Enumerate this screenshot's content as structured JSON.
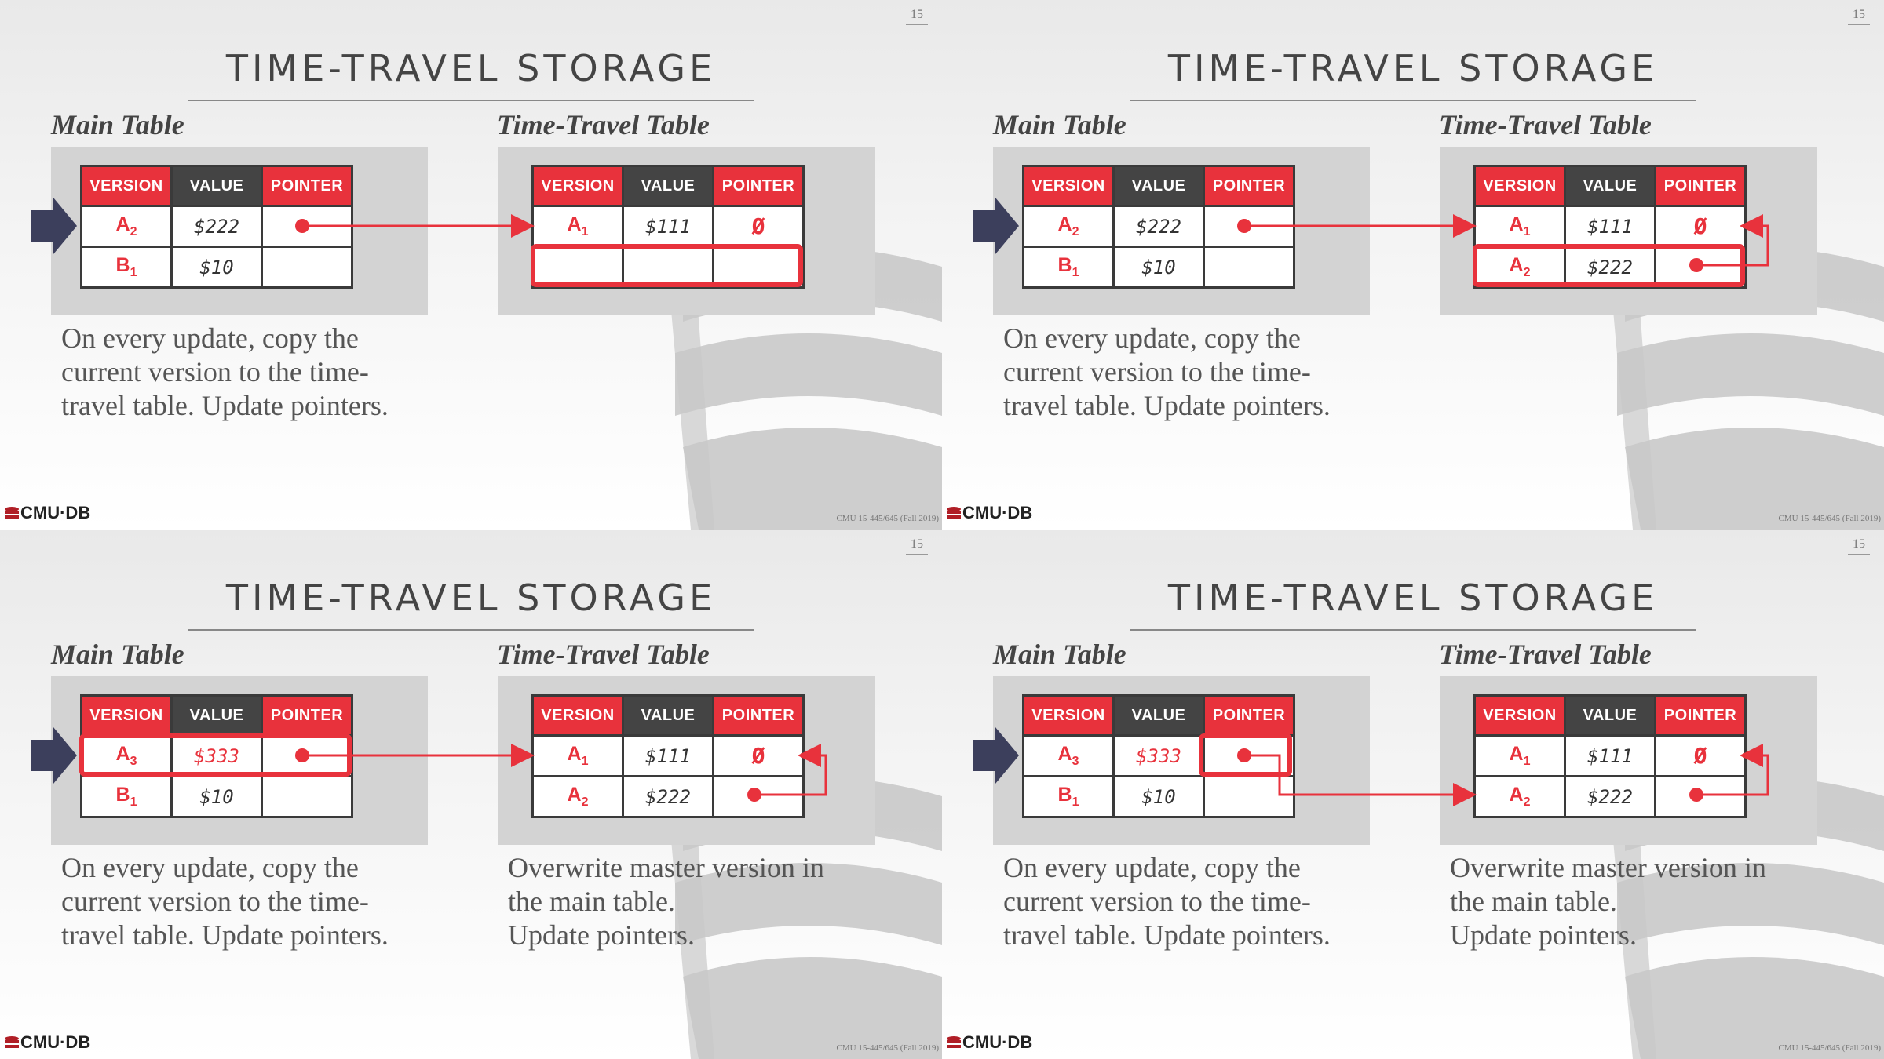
{
  "page_number": "15",
  "title": "TIME-TRAVEL STORAGE",
  "main_label": "Main Table",
  "tt_label": "Time-Travel Table",
  "headers": {
    "version": "VERSION",
    "value": "VALUE",
    "pointer": "POINTER"
  },
  "caption_main": [
    "On every update, copy the",
    "current version to the time-",
    "travel table. Update pointers."
  ],
  "caption_tt": [
    "Overwrite master version in",
    "the main table.",
    "Update pointers."
  ],
  "logo": "CMU·DB",
  "footer": "CMU 15-445/645 (Fall 2019)",
  "null_symbol": "Ø",
  "colors": {
    "accent": "#e8323c",
    "dark_header": "#444444",
    "panel": "#d3d3d3",
    "arrow": "#3c3f5c"
  },
  "slides": [
    {
      "main_rows": [
        {
          "ver": "A",
          "sub": "2",
          "val": "$222",
          "val_red": false
        },
        {
          "ver": "B",
          "sub": "1",
          "val": "$10",
          "val_red": false
        }
      ],
      "tt_rows": [
        {
          "ver": "A",
          "sub": "1",
          "val": "$111",
          "ptr": "Ø"
        },
        {
          "ver": "",
          "sub": "",
          "val": "",
          "ptr": ""
        }
      ],
      "show_tt_caption": false
    },
    {
      "main_rows": [
        {
          "ver": "A",
          "sub": "2",
          "val": "$222",
          "val_red": false
        },
        {
          "ver": "B",
          "sub": "1",
          "val": "$10",
          "val_red": false
        }
      ],
      "tt_rows": [
        {
          "ver": "A",
          "sub": "1",
          "val": "$111",
          "ptr": "Ø"
        },
        {
          "ver": "A",
          "sub": "2",
          "val": "$222",
          "ptr": ""
        }
      ],
      "show_tt_caption": false
    },
    {
      "main_rows": [
        {
          "ver": "A",
          "sub": "3",
          "val": "$333",
          "val_red": true
        },
        {
          "ver": "B",
          "sub": "1",
          "val": "$10",
          "val_red": false
        }
      ],
      "tt_rows": [
        {
          "ver": "A",
          "sub": "1",
          "val": "$111",
          "ptr": "Ø"
        },
        {
          "ver": "A",
          "sub": "2",
          "val": "$222",
          "ptr": ""
        }
      ],
      "show_tt_caption": true
    },
    {
      "main_rows": [
        {
          "ver": "A",
          "sub": "3",
          "val": "$333",
          "val_red": true
        },
        {
          "ver": "B",
          "sub": "1",
          "val": "$10",
          "val_red": false
        }
      ],
      "tt_rows": [
        {
          "ver": "A",
          "sub": "1",
          "val": "$111",
          "ptr": "Ø"
        },
        {
          "ver": "A",
          "sub": "2",
          "val": "$222",
          "ptr": ""
        }
      ],
      "show_tt_caption": true
    }
  ]
}
